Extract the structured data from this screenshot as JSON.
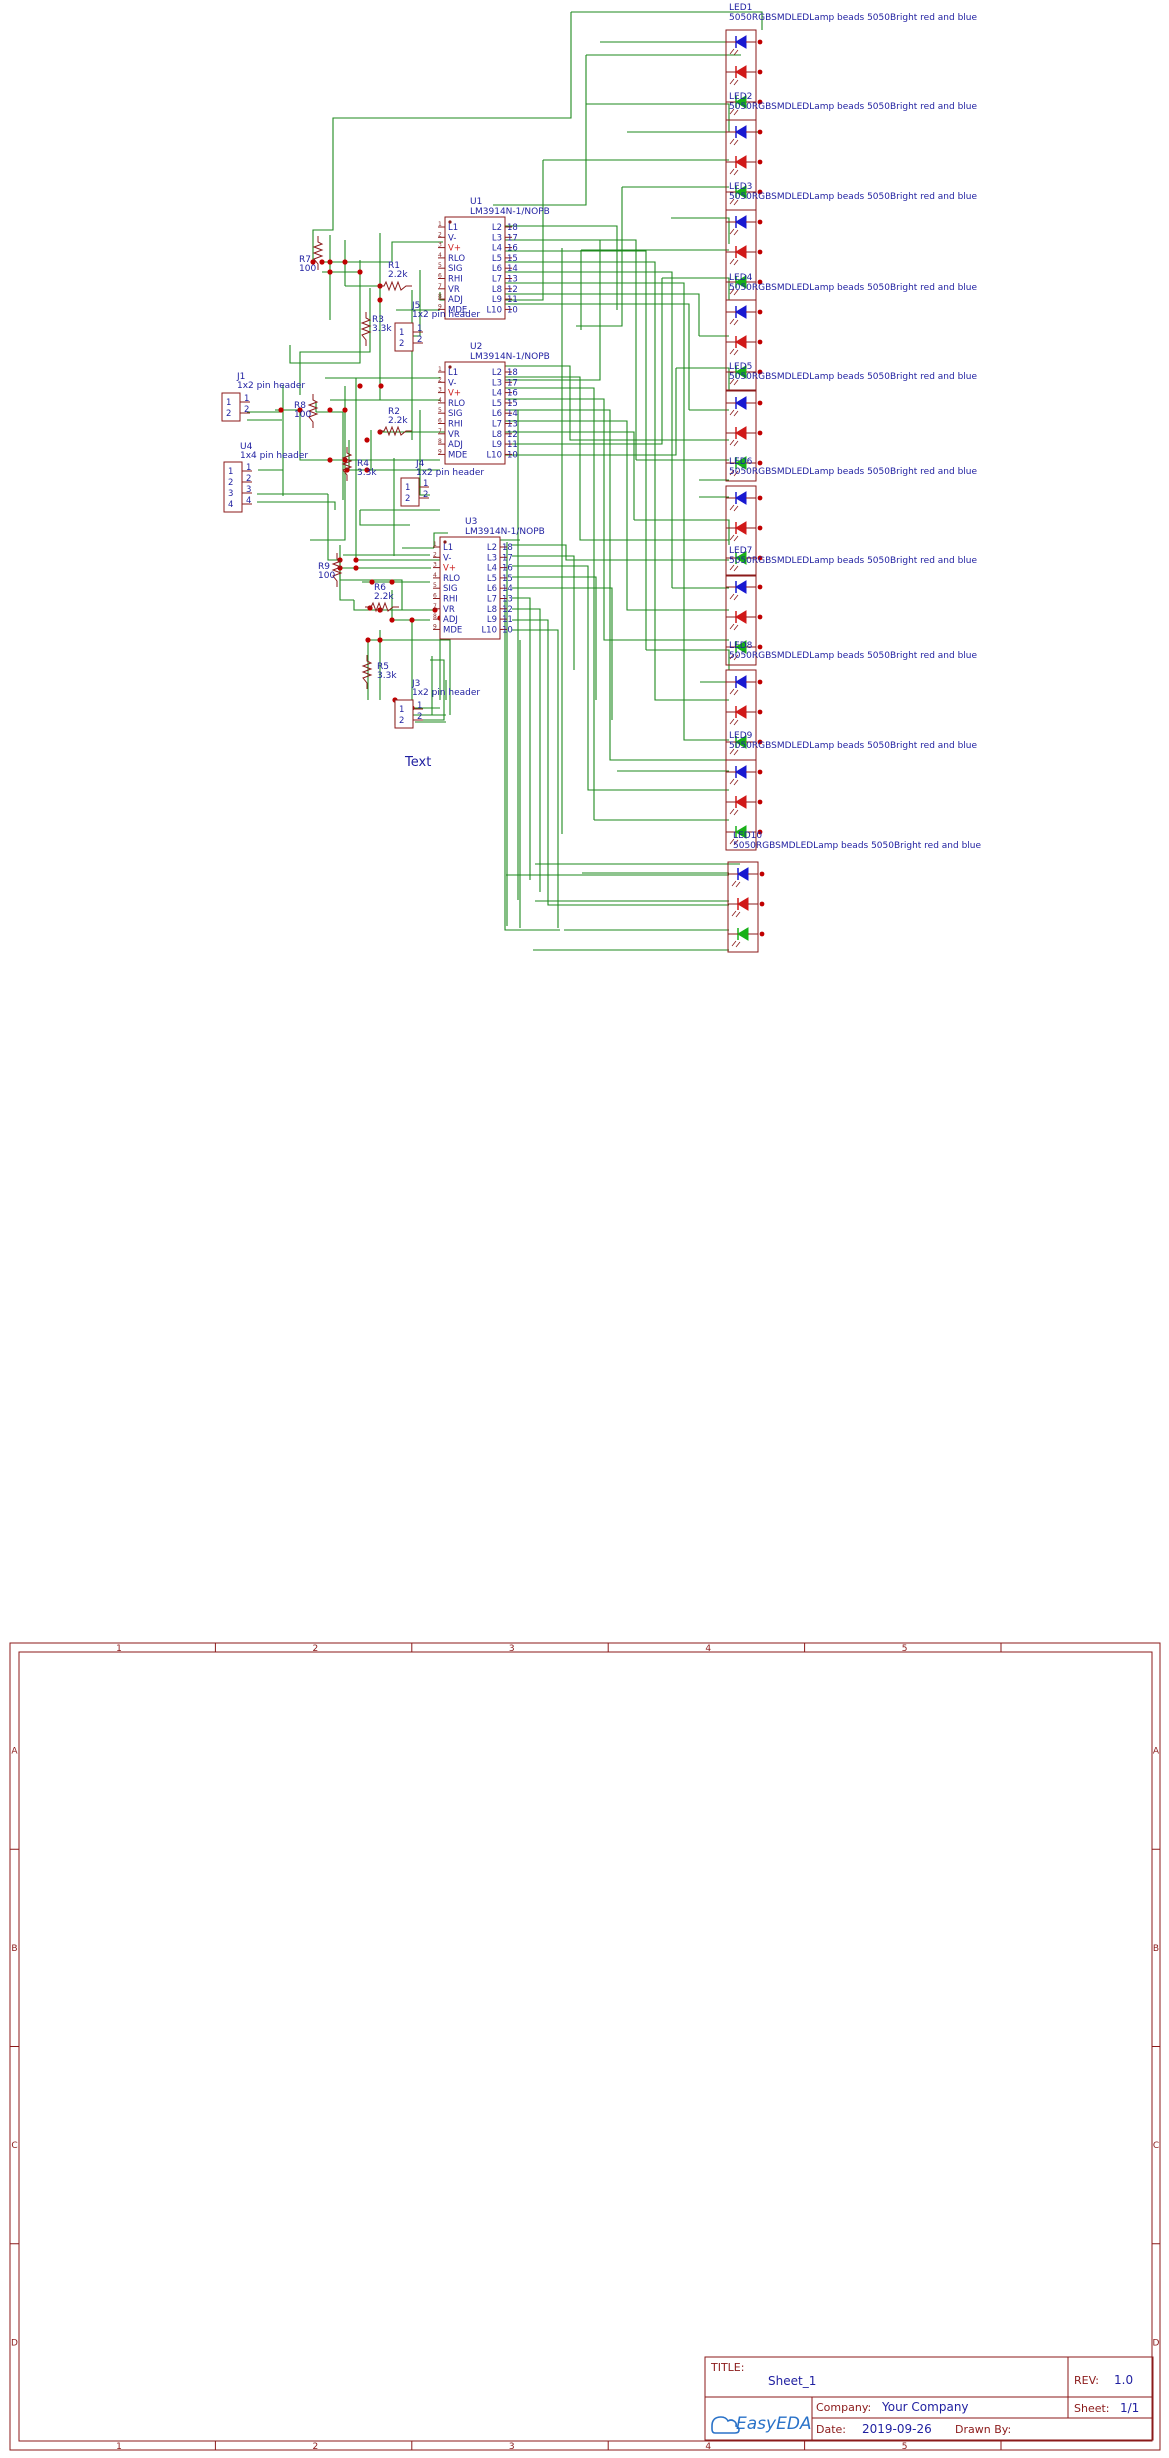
{
  "canvas_text": "Text",
  "colors": {
    "wire": "#1e8a1e",
    "symbol": "#8b1a1a",
    "label": "#1f1fa0",
    "power_pin": "#cc2020",
    "led_red": "#d01818",
    "led_green": "#18b018",
    "led_blue": "#1818d0"
  },
  "chips": [
    {
      "ref": "U1",
      "part": "LM3914N-1/NOPB",
      "left_pins": [
        "L1",
        "V-",
        "V+",
        "RLO",
        "SIG",
        "RHI",
        "VR",
        "ADJ",
        "MDE"
      ],
      "left_nums": [
        "1",
        "2",
        "3",
        "4",
        "5",
        "6",
        "7",
        "8",
        "9"
      ],
      "right_pins": [
        "L2",
        "L3",
        "L4",
        "L5",
        "L6",
        "L7",
        "L8",
        "L9",
        "L10"
      ],
      "right_nums": [
        "18",
        "17",
        "16",
        "15",
        "14",
        "13",
        "12",
        "11",
        "10"
      ]
    },
    {
      "ref": "U2",
      "part": "LM3914N-1/NOPB",
      "left_pins": [
        "L1",
        "V-",
        "V+",
        "RLO",
        "SIG",
        "RHI",
        "VR",
        "ADJ",
        "MDE"
      ],
      "left_nums": [
        "1",
        "2",
        "3",
        "4",
        "5",
        "6",
        "7",
        "8",
        "9"
      ],
      "right_pins": [
        "L2",
        "L3",
        "L4",
        "L5",
        "L6",
        "L7",
        "L8",
        "L9",
        "L10"
      ],
      "right_nums": [
        "18",
        "17",
        "16",
        "15",
        "14",
        "13",
        "12",
        "11",
        "10"
      ]
    },
    {
      "ref": "U3",
      "part": "LM3914N-1/NOPB",
      "left_pins": [
        "L1",
        "V-",
        "V+",
        "RLO",
        "SIG",
        "RHI",
        "VR",
        "ADJ",
        "MDE"
      ],
      "left_nums": [
        "1",
        "2",
        "3",
        "4",
        "5",
        "6",
        "7",
        "8",
        "9"
      ],
      "right_pins": [
        "L2",
        "L3",
        "L4",
        "L5",
        "L6",
        "L7",
        "L8",
        "L9",
        "L10"
      ],
      "right_nums": [
        "18",
        "17",
        "16",
        "15",
        "14",
        "13",
        "12",
        "11",
        "10"
      ]
    }
  ],
  "resistors": [
    {
      "ref": "R7",
      "value": "100"
    },
    {
      "ref": "R1",
      "value": "2.2k"
    },
    {
      "ref": "R3",
      "value": "3.3k"
    },
    {
      "ref": "R8",
      "value": "100"
    },
    {
      "ref": "R2",
      "value": "2.2k"
    },
    {
      "ref": "R4",
      "value": "3.3k"
    },
    {
      "ref": "R9",
      "value": "100"
    },
    {
      "ref": "R6",
      "value": "2.2k"
    },
    {
      "ref": "R5",
      "value": "3.3k"
    }
  ],
  "headers": [
    {
      "ref": "J5",
      "value": "1x2 pin header",
      "pins": [
        "1",
        "2"
      ]
    },
    {
      "ref": "J1",
      "value": "1x2 pin header",
      "pins": [
        "1",
        "2"
      ]
    },
    {
      "ref": "U4",
      "value": "1x4 pin header",
      "pins": [
        "1",
        "2",
        "3",
        "4"
      ]
    },
    {
      "ref": "J4",
      "value": "1x2 pin header",
      "pins": [
        "1",
        "2"
      ]
    },
    {
      "ref": "J3",
      "value": "1x2 pin header",
      "pins": [
        "1",
        "2"
      ]
    }
  ],
  "leds": [
    {
      "ref": "LED1",
      "value": "5050RGBSMDLEDLamp beads 5050Bright red and blue"
    },
    {
      "ref": "LED2",
      "value": "5050RGBSMDLEDLamp beads 5050Bright red and blue"
    },
    {
      "ref": "LED3",
      "value": "5050RGBSMDLEDLamp beads 5050Bright red and blue"
    },
    {
      "ref": "LED4",
      "value": "5050RGBSMDLEDLamp beads 5050Bright red and blue"
    },
    {
      "ref": "LED5",
      "value": "5050RGBSMDLEDLamp beads 5050Bright red and blue"
    },
    {
      "ref": "LED6",
      "value": "5050RGBSMDLEDLamp beads 5050Bright red and blue"
    },
    {
      "ref": "LED7",
      "value": "5050RGBSMDLEDLamp beads 5050Bright red and blue"
    },
    {
      "ref": "LED8",
      "value": "5050RGBSMDLEDLamp beads 5050Bright red and blue"
    },
    {
      "ref": "LED9",
      "value": "5050RGBSMDLEDLamp beads 5050Bright red and blue"
    },
    {
      "ref": "LED10",
      "value": "5050RGBSMDLEDLamp beads 5050Bright red and blue"
    }
  ],
  "frame": {
    "columns": [
      "1",
      "2",
      "3",
      "4",
      "5"
    ],
    "rows": [
      "A",
      "B",
      "C",
      "D"
    ]
  },
  "title_block": {
    "title_label": "TITLE:",
    "title": "Sheet_1",
    "rev_label": "REV:",
    "rev": "1.0",
    "company_label": "Company:",
    "company": "Your Company",
    "sheet_label": "Sheet:",
    "sheet": "1/1",
    "date_label": "Date:",
    "date": "2019-09-26",
    "drawn_label": "Drawn By:",
    "drawn": "",
    "logo_text": "EasyEDA"
  }
}
